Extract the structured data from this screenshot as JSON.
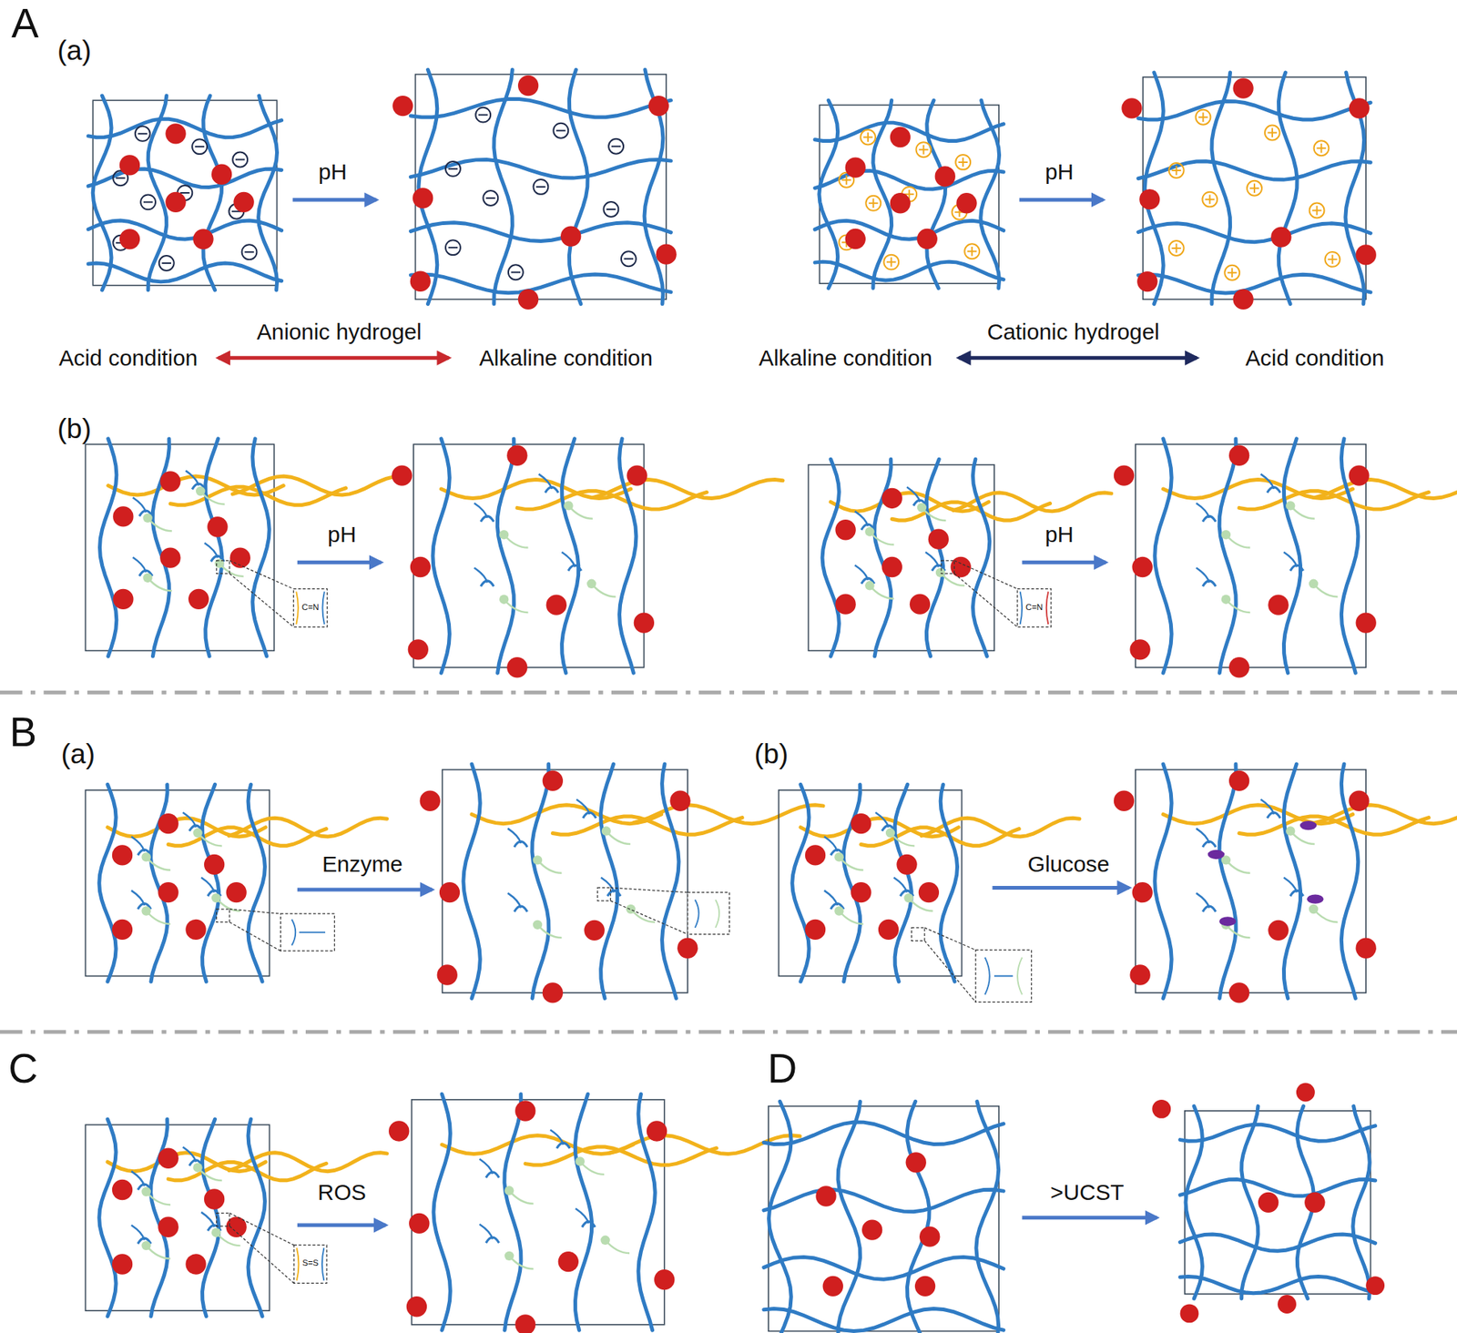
{
  "diagram": {
    "labels": [
      "A",
      "(a)",
      "pH",
      "pH",
      "Anionic hydrogel",
      "Acid condition",
      "Alkaline condition",
      "Cationic hydrogel",
      "Alkaline condition",
      "Acid condition",
      "(b)",
      "pH",
      "C=N",
      "pH",
      "C=N",
      "B",
      "(a)",
      "Enzyme",
      "(b)",
      "Glucose",
      "C",
      "ROS",
      "S=S",
      "D",
      ">UCST"
    ]
  }
}
